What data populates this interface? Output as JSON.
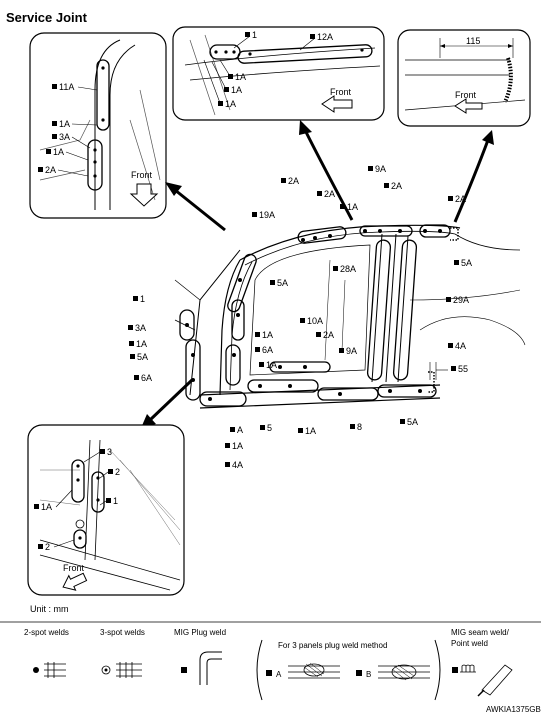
{
  "title": "Service Joint",
  "unit_label": "Unit : mm",
  "code": "AWKIA1375GB",
  "main_labels": [
    {
      "id": "m2a-1",
      "text": "2A"
    },
    {
      "id": "m2a-2",
      "text": "2A"
    },
    {
      "id": "m9a-top",
      "text": "9A"
    },
    {
      "id": "m2a-3",
      "text": "2A"
    },
    {
      "id": "m2a-4",
      "text": "2A"
    },
    {
      "id": "m1a-1",
      "text": "1A"
    },
    {
      "id": "m19a",
      "text": "19A"
    },
    {
      "id": "m5a-1",
      "text": "5A"
    },
    {
      "id": "m28a",
      "text": "28A"
    },
    {
      "id": "m29a",
      "text": "29A"
    },
    {
      "id": "m1",
      "text": "1"
    },
    {
      "id": "m5a-2",
      "text": "5A"
    },
    {
      "id": "m3a",
      "text": "3A"
    },
    {
      "id": "m10a",
      "text": "10A"
    },
    {
      "id": "m1a-2",
      "text": "1A"
    },
    {
      "id": "m1a-3",
      "text": "1A"
    },
    {
      "id": "m2a-5",
      "text": "2A"
    },
    {
      "id": "m6a-1",
      "text": "6A"
    },
    {
      "id": "m9a-2",
      "text": "9A"
    },
    {
      "id": "m4a-1",
      "text": "4A"
    },
    {
      "id": "m5a-3",
      "text": "5A"
    },
    {
      "id": "m1a-4",
      "text": "1A"
    },
    {
      "id": "m6a-2",
      "text": "6A"
    },
    {
      "id": "m55",
      "text": "55"
    },
    {
      "id": "ma",
      "text": "A"
    },
    {
      "id": "m5",
      "text": "5"
    },
    {
      "id": "m1a-5",
      "text": "1A"
    },
    {
      "id": "m8",
      "text": "8"
    },
    {
      "id": "m5a-4",
      "text": "5A"
    },
    {
      "id": "m1a-6",
      "text": "1A"
    },
    {
      "id": "m4a-2",
      "text": "4A"
    }
  ],
  "inset_pillar": {
    "labels": [
      "11A",
      "1A",
      "3A",
      "1A",
      "2A"
    ],
    "front": "Front"
  },
  "inset_roof": {
    "labels": [
      "1",
      "12A",
      "1A",
      "1A",
      "1A"
    ],
    "front": "Front"
  },
  "inset_rear": {
    "dimension": "115",
    "front": "Front"
  },
  "inset_lower": {
    "labels": [
      "3",
      "2",
      "1A",
      "1",
      "2"
    ],
    "front": "Front"
  },
  "legend": {
    "two_spot": "2-spot welds",
    "three_spot": "3-spot welds",
    "mig_plug": "MIG Plug weld",
    "three_panel": "For 3 panels plug weld method",
    "panel_a": "A",
    "panel_b": "B",
    "seam_line1": "MIG seam weld/",
    "seam_line2": "Point weld"
  },
  "colors": {
    "ink": "#000000",
    "background": "#ffffff"
  }
}
